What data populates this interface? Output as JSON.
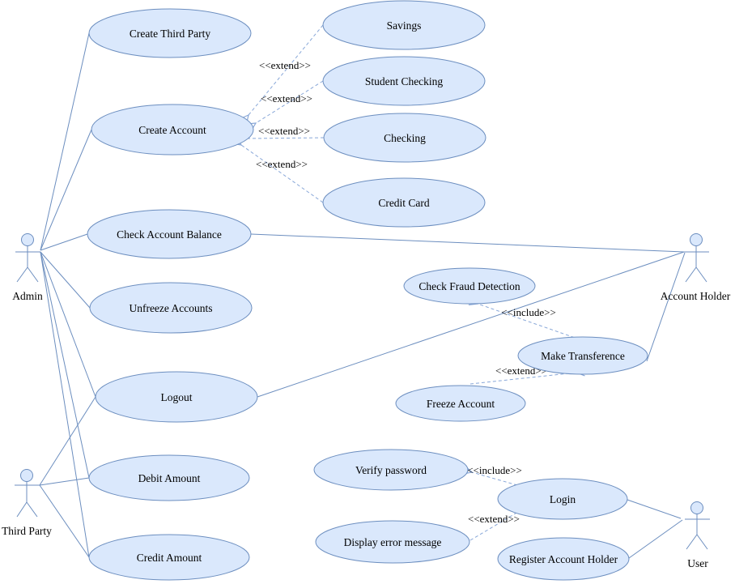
{
  "diagram": {
    "type": "uml-use-case-diagram",
    "colors": {
      "background": "#ffffff",
      "shape_fill": "#dae8fc",
      "shape_stroke": "#6c8ebf",
      "association_line": "#6c8ebf",
      "dependency_line": "#88a7d8",
      "text": "#000000"
    },
    "actors": [
      {
        "id": "admin",
        "label": "Admin"
      },
      {
        "id": "account-holder",
        "label": "Account Holder"
      },
      {
        "id": "third-party",
        "label": "Third Party"
      },
      {
        "id": "user",
        "label": "User"
      }
    ],
    "use_cases": [
      {
        "id": "create-third-party",
        "label": "Create Third Party"
      },
      {
        "id": "savings",
        "label": "Savings"
      },
      {
        "id": "student-checking",
        "label": "Student Checking"
      },
      {
        "id": "create-account",
        "label": "Create Account"
      },
      {
        "id": "checking",
        "label": "Checking"
      },
      {
        "id": "credit-card",
        "label": "Credit Card"
      },
      {
        "id": "check-account-balance",
        "label": "Check Account Balance"
      },
      {
        "id": "check-fraud-detection",
        "label": "Check Fraud Detection"
      },
      {
        "id": "unfreeze-accounts",
        "label": "Unfreeze Accounts"
      },
      {
        "id": "make-transference",
        "label": "Make Transference"
      },
      {
        "id": "logout",
        "label": "Logout"
      },
      {
        "id": "freeze-account",
        "label": "Freeze Account"
      },
      {
        "id": "debit-amount",
        "label": "Debit Amount"
      },
      {
        "id": "verify-password",
        "label": "Verify password"
      },
      {
        "id": "login",
        "label": "Login"
      },
      {
        "id": "display-error-message",
        "label": "Display error message"
      },
      {
        "id": "credit-amount",
        "label": "Credit Amount"
      },
      {
        "id": "register-account-holder",
        "label": "Register Account Holder"
      }
    ],
    "dependencies": [
      {
        "from": "Savings",
        "to": "Create Account",
        "label": "<<extend>>"
      },
      {
        "from": "Student Checking",
        "to": "Create Account",
        "label": "<<extend>>"
      },
      {
        "from": "Checking",
        "to": "Create Account",
        "label": "<<extend>>"
      },
      {
        "from": "Credit Card",
        "to": "Create Account",
        "label": "<<extend>>"
      },
      {
        "from": "Make Transference",
        "to": "Check Fraud Detection",
        "label": "<<include>>"
      },
      {
        "from": "Freeze Account",
        "to": "Make Transference",
        "label": "<<extend>>"
      },
      {
        "from": "Login",
        "to": "Verify password",
        "label": "<<include>>"
      },
      {
        "from": "Display error message",
        "to": "Login",
        "label": "<<extend>>"
      }
    ],
    "associations": [
      {
        "from": "Admin",
        "to": "Create Third Party"
      },
      {
        "from": "Admin",
        "to": "Create Account"
      },
      {
        "from": "Admin",
        "to": "Check Account Balance"
      },
      {
        "from": "Admin",
        "to": "Unfreeze Accounts"
      },
      {
        "from": "Admin",
        "to": "Logout"
      },
      {
        "from": "Admin",
        "to": "Debit Amount"
      },
      {
        "from": "Admin",
        "to": "Credit Amount"
      },
      {
        "from": "Third Party",
        "to": "Logout"
      },
      {
        "from": "Third Party",
        "to": "Debit Amount"
      },
      {
        "from": "Third Party",
        "to": "Credit Amount"
      },
      {
        "from": "Account Holder",
        "to": "Check Account Balance"
      },
      {
        "from": "Account Holder",
        "to": "Logout"
      },
      {
        "from": "Account Holder",
        "to": "Make Transference"
      },
      {
        "from": "User",
        "to": "Login"
      },
      {
        "from": "User",
        "to": "Register Account Holder"
      }
    ]
  }
}
